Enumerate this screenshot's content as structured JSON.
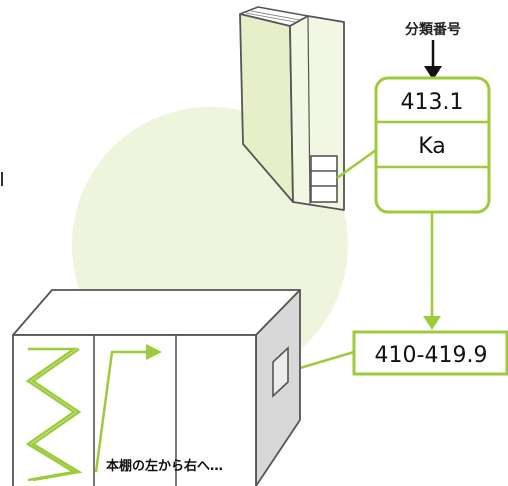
{
  "classification_label": "分類番号",
  "spine_label": {
    "number": "413.1",
    "author_code": "Ka"
  },
  "shelf_range": "410-419.9",
  "shelf_direction_text": "本棚の左から右へ…",
  "colors": {
    "accent_green": "#9dcb3c",
    "book_cover": "#e6efc8",
    "book_spine": "#f2f7e4",
    "circle_bg": "#eef5dc",
    "outline": "#555555",
    "shelf_side": "#d8d8d8",
    "shelf_front": "#ffffff"
  }
}
